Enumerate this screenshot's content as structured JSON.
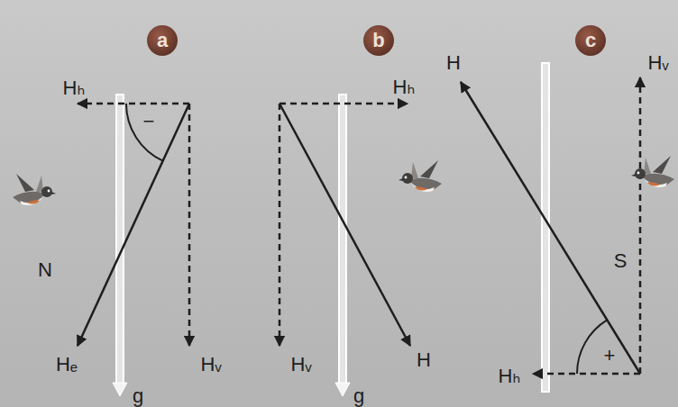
{
  "diagram": {
    "nodes": [
      {
        "text": [
          "a"
        ]
      },
      {
        "text": [
          "b"
        ]
      },
      {
        "text": [
          "c"
        ]
      }
    ],
    "labels": [
      "Hₕ",
      "−",
      "Hₑ",
      "g",
      "Hᵥ",
      "N",
      "Hₕ",
      "Hᵥ",
      "g",
      "H",
      "H",
      "Hᵥ",
      "S",
      "+",
      "Hₕ"
    ]
  }
}
